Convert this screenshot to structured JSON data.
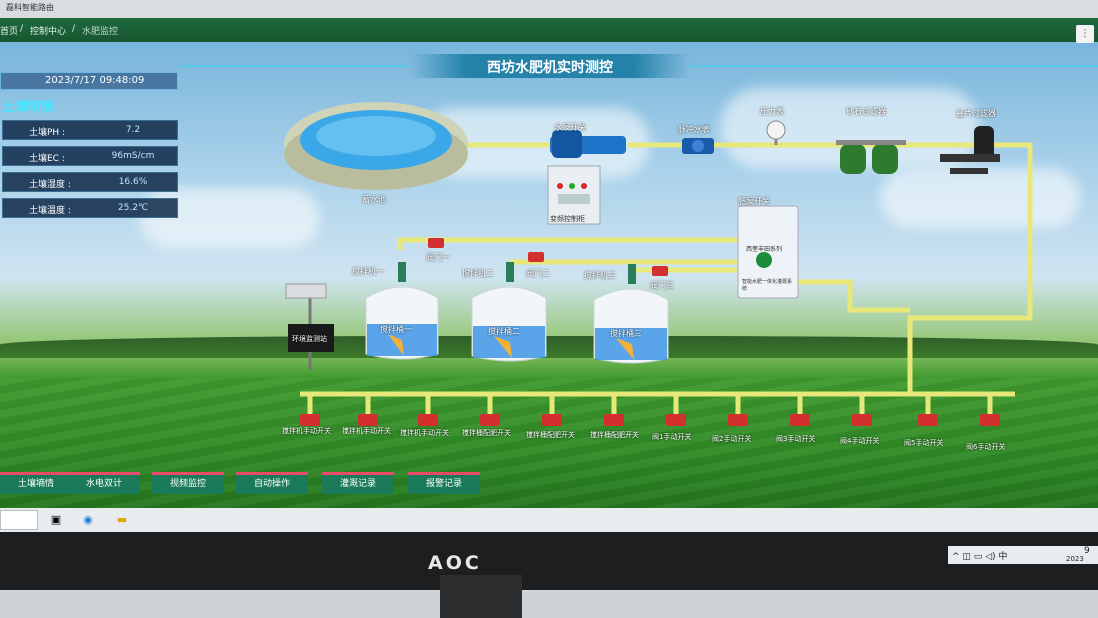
{
  "window": {
    "title": "磊科智能路由"
  },
  "breadcrumb": {
    "home": "首页",
    "separator": "/",
    "control": "控制中心",
    "current": "水肥监控"
  },
  "corner_button": "⋮",
  "banner": {
    "title": "西坊水肥机实时测控"
  },
  "clock": "2023/7/17 09:48:09",
  "section_title": "土壤墒情",
  "sensors": [
    {
      "label": "土壤PH :",
      "value": "7.2"
    },
    {
      "label": "土壤EC :",
      "value": "96mS/cm"
    },
    {
      "label": "土壤湿度 :",
      "value": "16.6%"
    },
    {
      "label": "土壤温度 :",
      "value": "25.2℃"
    }
  ],
  "components": {
    "pool": "蓄水池",
    "pump_switch": "水泵开关",
    "controller": "变频控制柜",
    "pulse_meter": "脉冲水表",
    "pressure_gauge": "压力表",
    "sand_filter": "砂石过滤器",
    "disc_filter": "叠片过滤器",
    "fert_pump_switch": "肥泵开关",
    "fert_machine_title": "西奎丰田系列",
    "fert_machine_sub": "智能水肥一体化灌溉系统",
    "env_station": "环境监测站",
    "mixers": [
      "搅拌机一",
      "搅拌机二",
      "搅拌机三"
    ],
    "valves": [
      "阀门一",
      "阀门二",
      "阀门三"
    ],
    "tanks": [
      "搅拌桶一",
      "搅拌桶二",
      "搅拌桶三"
    ]
  },
  "field_switches": [
    "搅拌机手动开关",
    "搅拌机手动开关",
    "搅拌机手动开关",
    "搅拌桶配肥开关",
    "搅拌桶配肥开关",
    "搅拌桶配肥开关",
    "阀1手动开关",
    "阀2手动开关",
    "阀3手动开关",
    "阀4手动开关",
    "阀5手动开关",
    "阀6手动开关"
  ],
  "nav": [
    "土壤墒情",
    "水电双计",
    "视频监控",
    "自动操作",
    "灌溉记录",
    "报警记录"
  ],
  "taskbar": {
    "tray_symbols": "^ ◫ ▭ ◁) 中",
    "clock_top": "9",
    "clock_bottom": "2023"
  },
  "monitor_brand": "AOC",
  "colors": {
    "pipe": "#e8e87a",
    "banner": "#1478a0",
    "accent": "#48e5ff",
    "nav_bg": "#1a7a5a",
    "nav_top": "#e84a6a"
  }
}
